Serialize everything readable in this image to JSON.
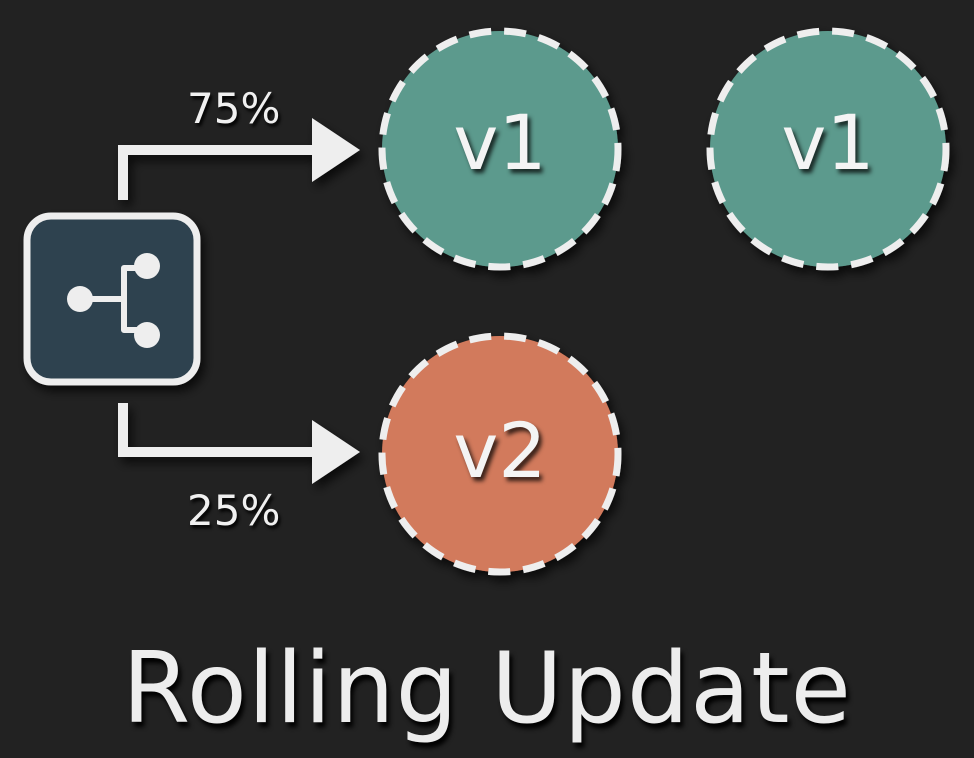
{
  "title": "Rolling Update",
  "traffic": {
    "top_percent": "75%",
    "bottom_percent": "25%"
  },
  "nodes": {
    "v1_first": "v1",
    "v1_second": "v1",
    "v2": "v2"
  },
  "colors": {
    "background": "#222222",
    "v1_fill": "#5c9a8d",
    "v2_fill": "#d27a5c",
    "router_fill": "#2e4350",
    "stroke": "#eeeeee"
  },
  "icons": {
    "router": "share-icon"
  }
}
